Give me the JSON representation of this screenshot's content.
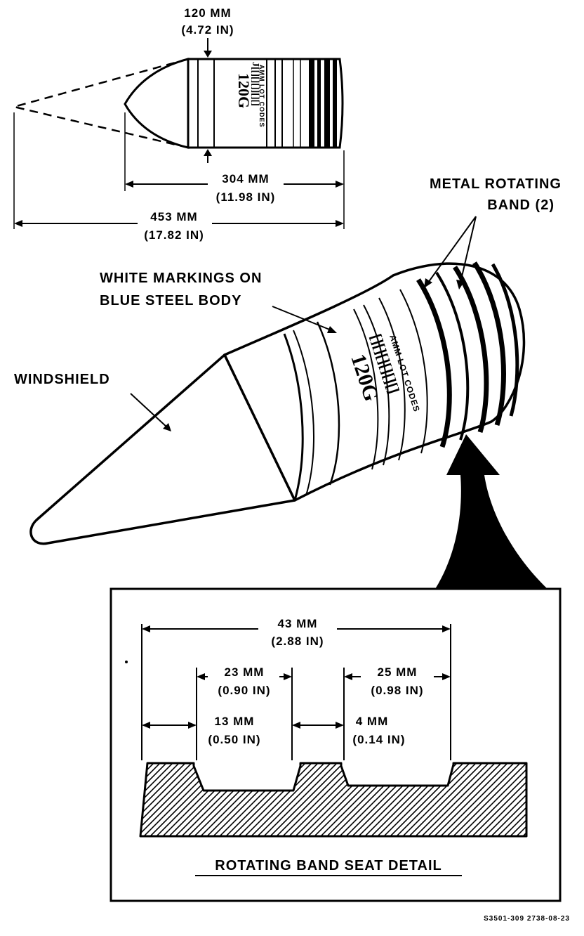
{
  "top_view": {
    "diameter_mm": "120 MM",
    "diameter_in": "(4.72 IN)",
    "body_length_mm": "304 MM",
    "body_length_in": "(11.98 IN)",
    "total_length_mm": "453 MM",
    "total_length_in": "(17.82 IN)",
    "marking_main": "120G",
    "marking_sub": "AMM LOT CODES"
  },
  "labels": {
    "metal_band_line1": "METAL ROTATING",
    "metal_band_line2": "BAND (2)",
    "white_markings_line1": "WHITE MARKINGS ON",
    "white_markings_line2": "BLUE STEEL BODY",
    "windshield": "WINDSHIELD"
  },
  "detail": {
    "overall_mm": "43 MM",
    "overall_in": "(2.88 IN)",
    "band1_mm": "23 MM",
    "band1_in": "(0.90 IN)",
    "band2_mm": "25 MM",
    "band2_in": "(0.98 IN)",
    "gap1_mm": "13 MM",
    "gap1_in": "(0.50 IN)",
    "gap2_mm": "4 MM",
    "gap2_in": "(0.14 IN)",
    "title": "ROTATING BAND SEAT DETAIL"
  },
  "figure_id": "S3501-309 2738-08-23"
}
